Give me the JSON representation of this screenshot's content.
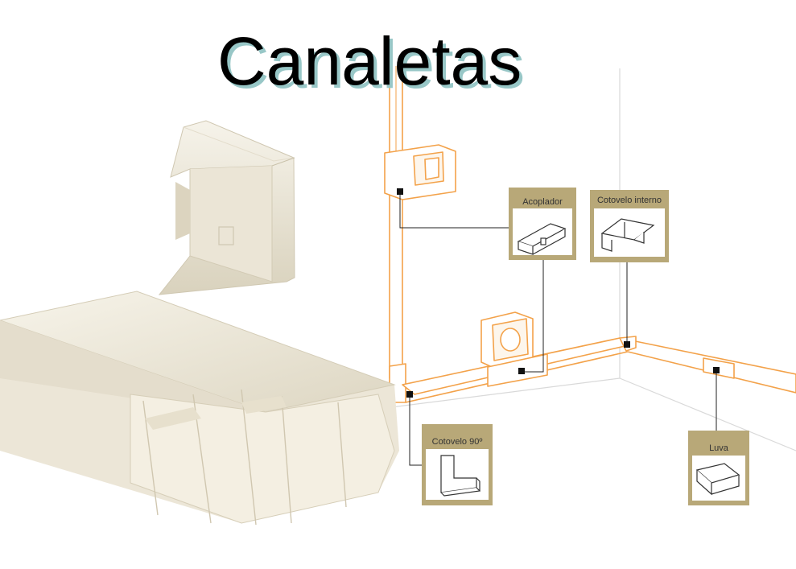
{
  "title": "Canaletas",
  "colors": {
    "conduit": "#f3a24a",
    "callout_bg": "#b8a878",
    "callout_inner": "#ffffff",
    "leader": "#222222",
    "product": "#f2ede0"
  },
  "callouts": {
    "acoplador": "Acoplador",
    "cotovelo_interno": "Cotovelo interno",
    "cotovelo_90": "Cotovelo 90º",
    "luva": "Luva"
  }
}
